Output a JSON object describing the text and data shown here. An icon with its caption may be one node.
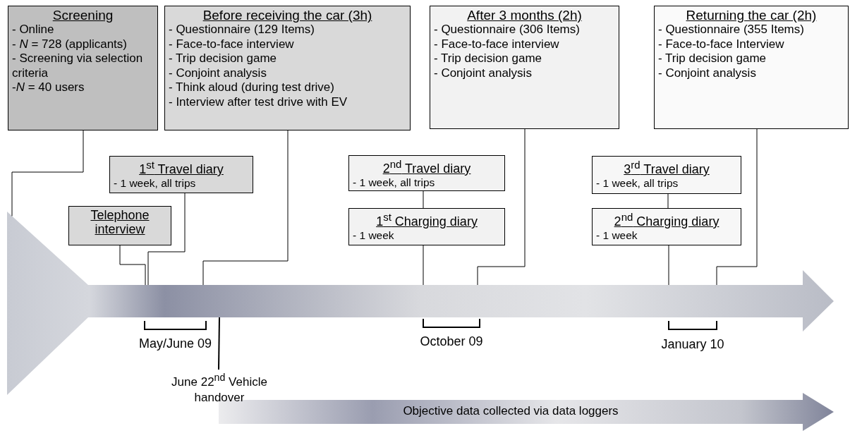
{
  "diagram": {
    "nodes": [
      {
        "text": [
          "Screening",
          "- Online",
          "- *N* = 728 (applicants)",
          "- Screening via selection criteria",
          "-*N* = 40 users"
        ]
      },
      {
        "text": [
          "Before receiving the car (3h)",
          "- Questionnaire (129 Items)",
          "- Face-to-face interview",
          "- Trip decision game",
          "- Conjoint analysis",
          "- Think aloud (during test drive)",
          "- Interview after test drive with EV"
        ]
      },
      {
        "text": [
          "After 3 months (2h)",
          "- Questionnaire (306 Items)",
          "- Face-to-face interview",
          "- Trip decision game",
          "- Conjoint analysis"
        ]
      },
      {
        "text": [
          "Returning the car (2h)",
          "- Questionnaire (355 Items)",
          "- Face-to-face Interview",
          "- Trip decision game",
          "- Conjoint analysis"
        ]
      },
      {
        "text": [
          "1$^{st}$ Travel diary",
          "- 1 week, all trips"
        ]
      },
      {
        "text": [
          "Telephone interview"
        ]
      },
      {
        "text": [
          "2$^{nd}$ Travel diary",
          "- 1 week, all trips"
        ]
      },
      {
        "text": [
          "1$^{st}$ Charging diary",
          "- 1 week"
        ]
      },
      {
        "text": [
          "3$^{rd}$ Travel diary",
          "- 1 week, all trips"
        ]
      },
      {
        "text": [
          "2$^{nd}$ Charging diary",
          "- 1 week"
        ]
      },
      {
        "text": [],
        "shape": "arrow"
      },
      {
        "text": [
          "June 22$^{nd}$ Vehicle handover"
        ]
      },
      {
        "text": [
          "Objective data collected via data loggers"
        ]
      }
    ],
    "edges": [
      {
        "from": 0,
        "to": 10,
        "arrow": "none"
      },
      {
        "from": 5,
        "to": 10,
        "arrow": "none"
      },
      {
        "from": 4,
        "to": 10,
        "arrow": "none"
      },
      {
        "from": 1,
        "to": 10,
        "arrow": "none"
      },
      {
        "from": 6,
        "to": 7,
        "arrow": "none"
      },
      {
        "from": 7,
        "to": 10,
        "arrow": "none"
      },
      {
        "from": 2,
        "to": 10,
        "arrow": "none"
      },
      {
        "from": 8,
        "to": 9,
        "arrow": "none"
      },
      {
        "from": 9,
        "to": 10,
        "arrow": "none"
      },
      {
        "from": 3,
        "to": 10,
        "arrow": "none"
      },
      {
        "from": 11,
        "to": 10,
        "arrow": "none"
      }
    ],
    "labels": [
      "May/June 09",
      "October 09",
      "January 10"
    ]
  }
}
